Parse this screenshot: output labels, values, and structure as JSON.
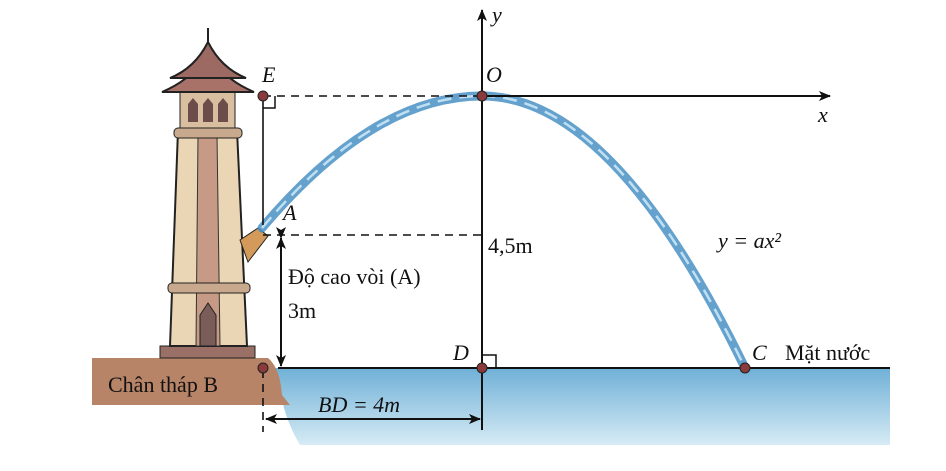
{
  "labels": {
    "y_axis": "y",
    "x_axis": "x",
    "E": "E",
    "O": "O",
    "A": "A",
    "D": "D",
    "C": "C",
    "height_od": "4,5m",
    "nozzle_height_line1": "Độ cao vòi (A)",
    "nozzle_height_line2": "3m",
    "equation": "y = ax²",
    "water_surface": "Mặt nước",
    "tower_base": "Chân tháp B",
    "bd": "BD = 4m"
  },
  "colors": {
    "water": "#7db8d8",
    "jet": "#4a90c4",
    "ground": "#b07a60",
    "point": "#8a3a3a",
    "tower": "#e6cfae"
  }
}
